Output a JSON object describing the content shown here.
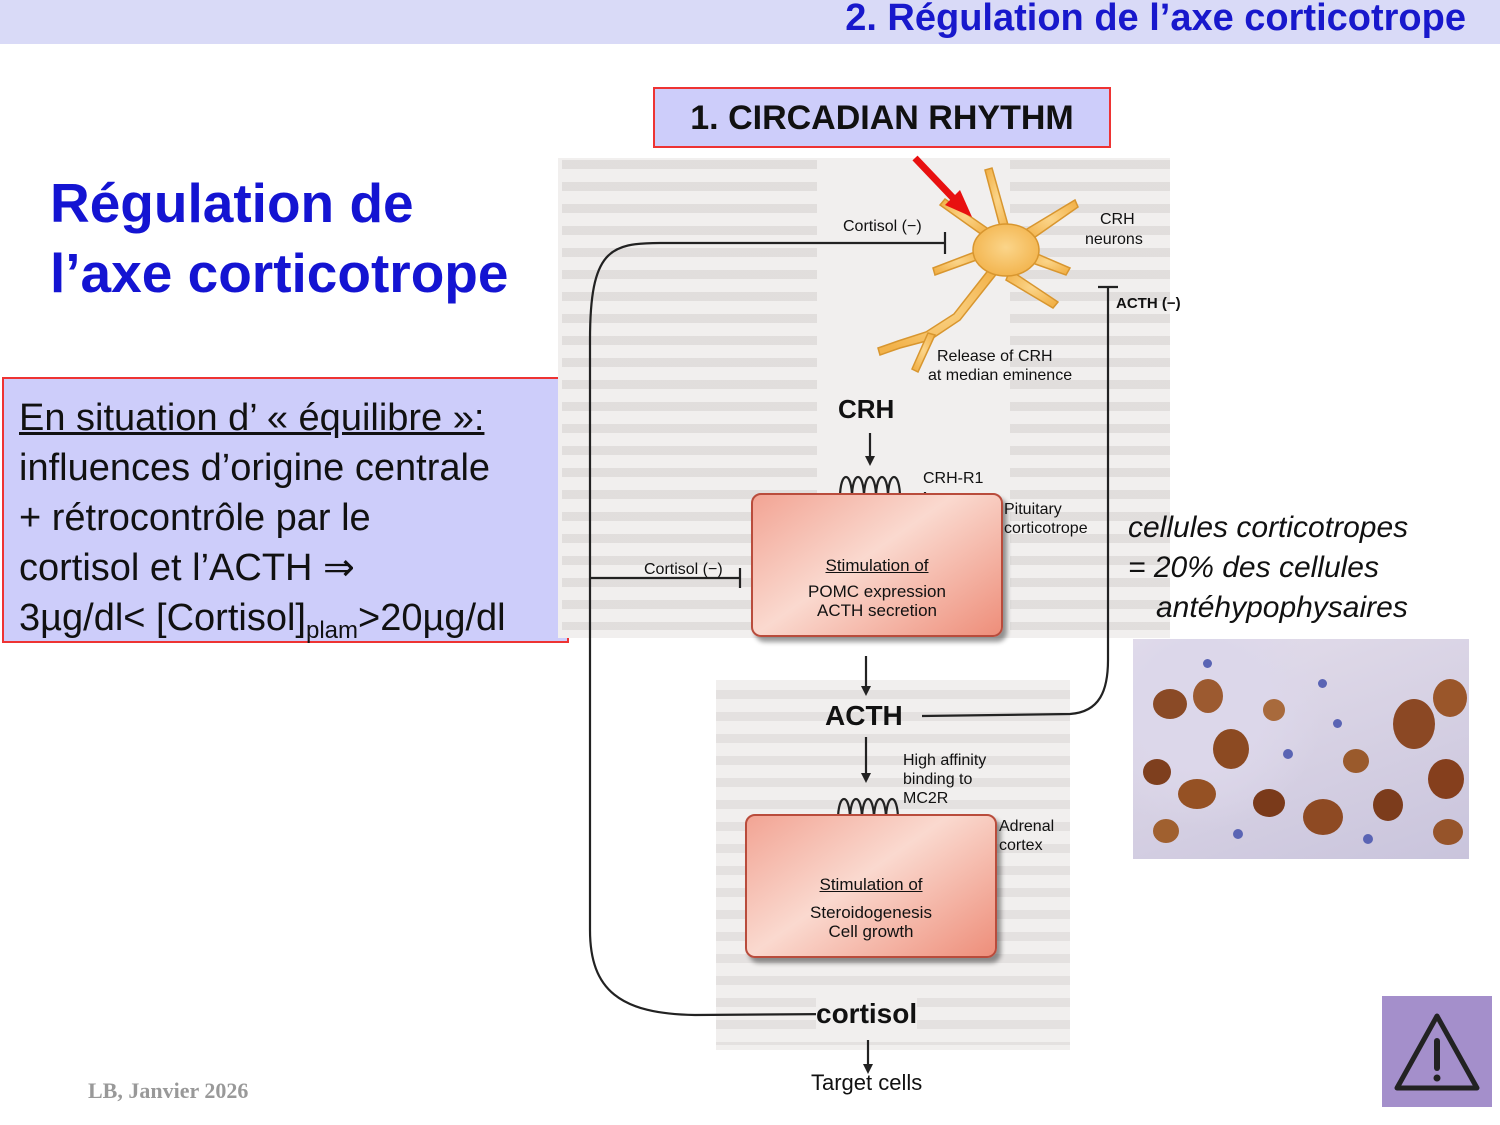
{
  "header": {
    "title": "2. Régulation de l’axe corticotrope"
  },
  "main_title": {
    "line1": "Régulation de",
    "line2": "l’axe corticotrope"
  },
  "info_box": {
    "line1": "En situation d’ « équilibre »:",
    "line2": "influences d’origine centrale",
    "line3": "+ rétrocontrôle par le",
    "line4": "cortisol et l’ACTH ⇒",
    "line5_a": "3µg/dl< [Cortisol]",
    "line5_sub": "plam",
    "line5_b": ">20µg/dl"
  },
  "circadian_box": {
    "label": "1. CIRCADIAN RHYTHM"
  },
  "diagram": {
    "cortisol_neg_top": "Cortisol (−)",
    "crh_neurons_1": "CRH",
    "crh_neurons_2": "neurons",
    "acth_neg": "ACTH (−)",
    "release_1": "Release of CRH",
    "release_2": "at median eminence",
    "crh": "CRH",
    "crh_r1": "CRH-R1",
    "pituitary_1": "Pituitary",
    "pituitary_2": "corticotrope",
    "cortisol_neg_mid": "Cortisol (−)",
    "pit_stim": "Stimulation of",
    "pit_line2": "POMC expression",
    "pit_line3": "ACTH secretion",
    "acth": "ACTH",
    "high_aff_1": "High affinity",
    "high_aff_2": "binding to",
    "high_aff_3": "MC2R",
    "adrenal_1": "Adrenal",
    "adrenal_2": "cortex",
    "adr_stim": "Stimulation of",
    "adr_line2": "Steroidogenesis",
    "adr_line3": "Cell growth",
    "cortisol": "cortisol",
    "target": "Target cells"
  },
  "side_note": {
    "line1": "cellules corticotropes",
    "line2": "= 20% des cellules",
    "line3": "antéhypophysaires"
  },
  "footer": {
    "text": "LB, Janvier 2026"
  },
  "icons": {
    "warning": "warning-triangle-icon",
    "pointer": "red-arrow-icon"
  },
  "colors": {
    "title_blue": "#1414d2",
    "box_fill": "#cdcdfa",
    "box_border": "#e33333",
    "cell_fill": "#f2a494"
  }
}
